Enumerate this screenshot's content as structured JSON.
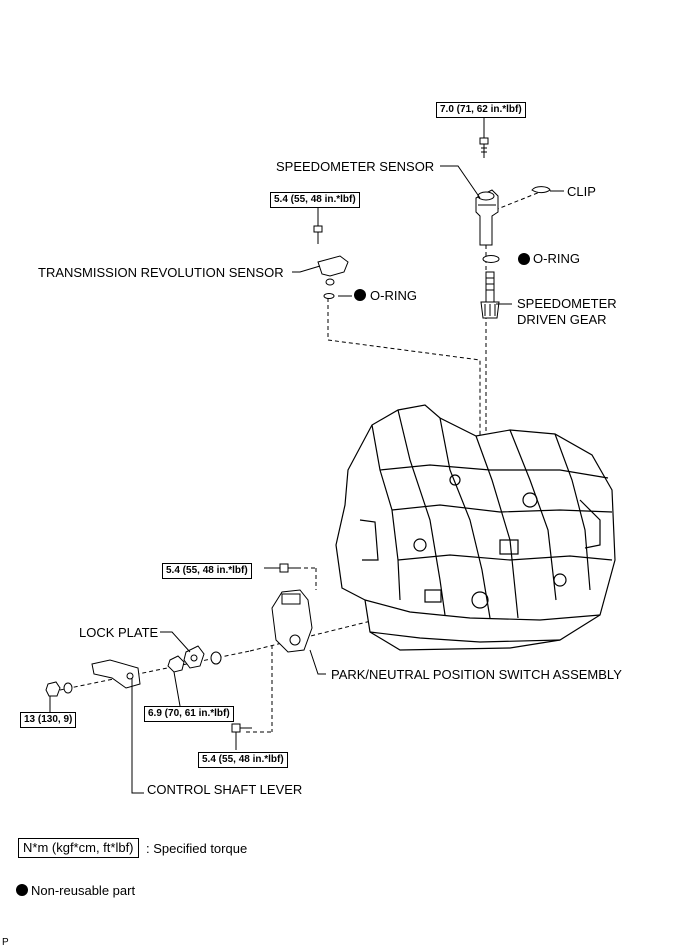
{
  "labels": {
    "speedometer_sensor": "SPEEDOMETER SENSOR",
    "clip": "CLIP",
    "o_ring_top": "O-RING",
    "speedometer_driven_gear_line1": "SPEEDOMETER",
    "speedometer_driven_gear_line2": "DRIVEN GEAR",
    "transmission_revolution_sensor": "TRANSMISSION REVOLUTION SENSOR",
    "o_ring_left": "O-RING",
    "lock_plate": "LOCK PLATE",
    "park_neutral_switch": "PARK/NEUTRAL POSITION SWITCH ASSEMBLY",
    "control_shaft_lever": "CONTROL SHAFT LEVER"
  },
  "torques": {
    "speedometer_bolt": "7.0 (71, 62 in.*lbf)",
    "revolution_sensor_bolt": "5.4 (55, 48 in.*lbf)",
    "switch_bolt_upper": "5.4 (55, 48 in.*lbf)",
    "lever_nut": "6.9 (70, 61 in.*lbf)",
    "shaft_nut": "13 (130, 9)",
    "switch_bolt_lower": "5.4 (55, 48 in.*lbf)"
  },
  "legend": {
    "torque_unit": "N*m (kgf*cm, ft*lbf)",
    "torque_text": ": Specified torque",
    "non_reusable_text": "Non-reusable part"
  },
  "corner_mark": "P"
}
